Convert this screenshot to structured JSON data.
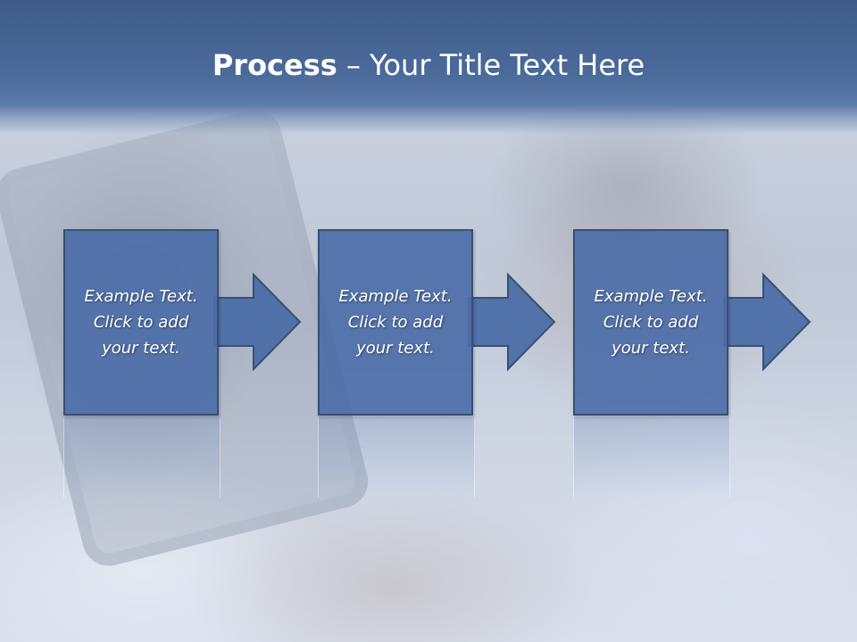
{
  "slide": {
    "title_strong": "Process",
    "title_rest": " – Your Title Text Here"
  },
  "process": {
    "steps": [
      {
        "text": "Example Text.\nClick  to add\nyour text."
      },
      {
        "text": "Example Text.\nClick  to add\nyour text."
      },
      {
        "text": "Example Text.\nClick  to add\nyour text."
      }
    ]
  },
  "colors": {
    "title_bar": "#4a6a9b",
    "step_fill": "#4c6ea8",
    "step_border": "#3a4f73",
    "text": "#ffffff"
  }
}
